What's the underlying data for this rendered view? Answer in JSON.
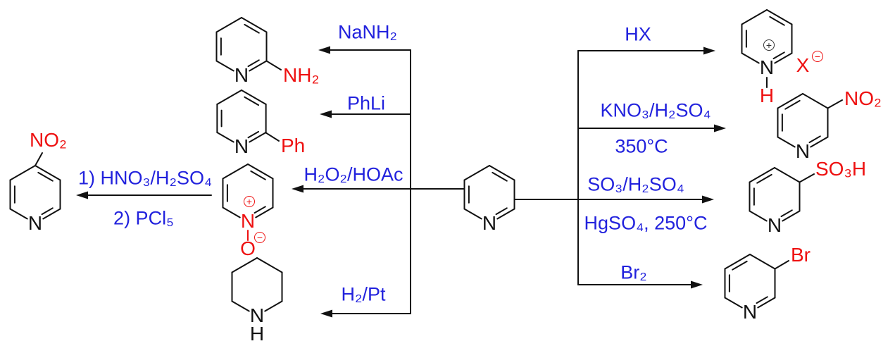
{
  "colors": {
    "reagent_blue": "#2222DD",
    "substituent_red": "#EE1111",
    "bond_black": "#111111"
  },
  "reagents": {
    "nanh2": "NaNH₂",
    "phli": "PhLi",
    "h2o2_hoac": "H₂O₂/HOAc",
    "h2_pt": "H₂/Pt",
    "hno3_step": "1) HNO₃/H₂SO₄",
    "pcl5_step": "2) PCl₅",
    "hx": "HX",
    "kno3_h2so4": "KNO₃/H₂SO₄",
    "temp_350": "350°C",
    "so3_h2so4": "SO₃/H₂SO₄",
    "hgso4_250": "HgSO₄, 250°C",
    "br2": "Br₂"
  },
  "atoms": {
    "nitrogen": "N",
    "oxygen": "O",
    "hydrogen": "H",
    "plus": "+",
    "minus": "−"
  },
  "substituents": {
    "amine": "NH₂",
    "phenyl": "Ph",
    "nitro": "NO₂",
    "sulfo": "SO₃H",
    "bromo": "Br",
    "halide": "X"
  }
}
